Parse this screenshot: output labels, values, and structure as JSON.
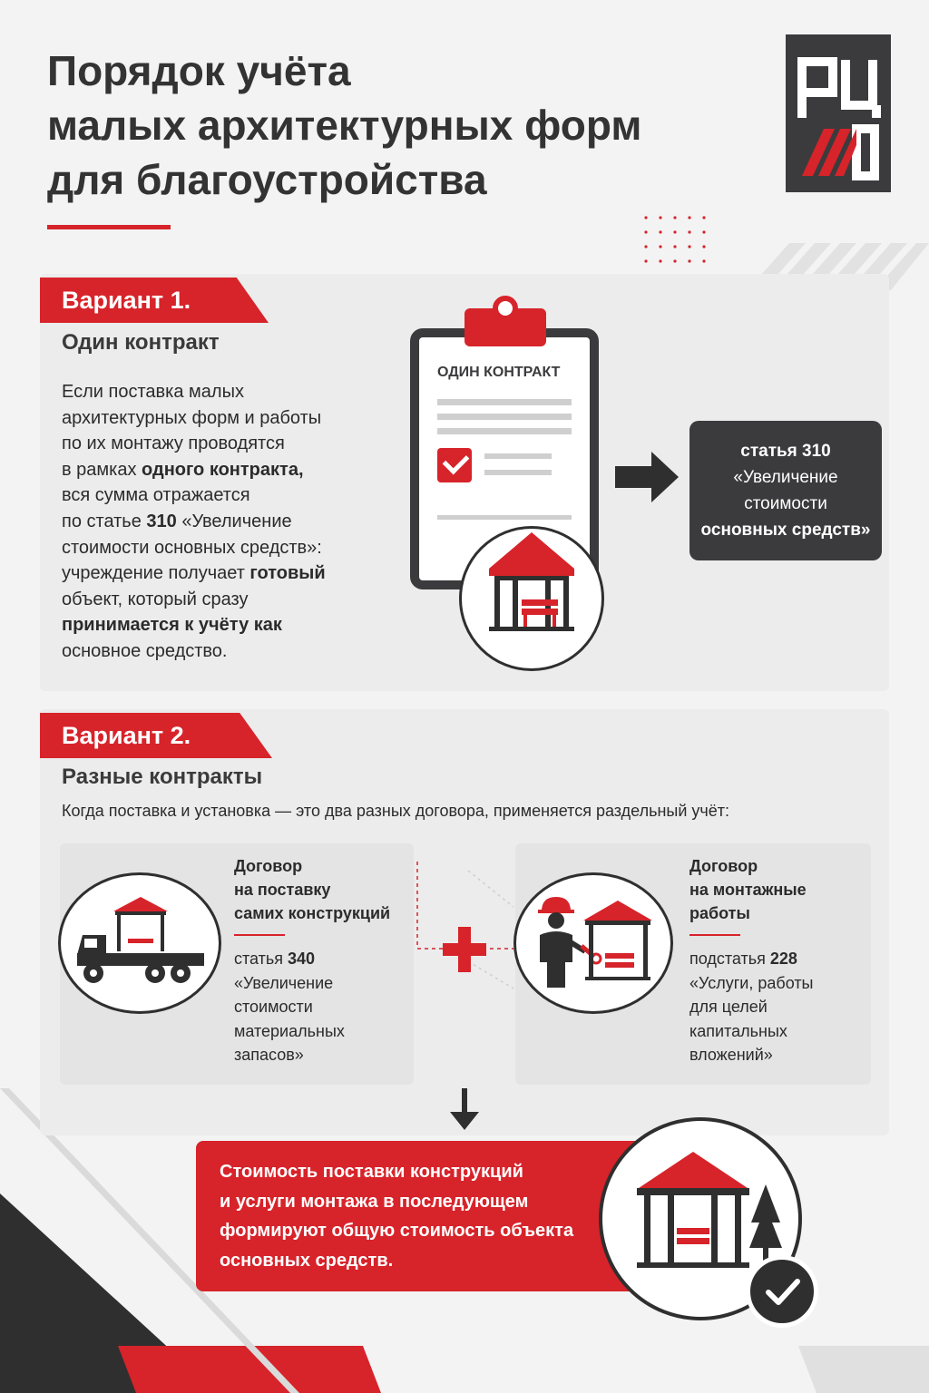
{
  "title": {
    "lines": [
      "Порядок учёта",
      "малых архитектурных форм",
      "для благоустройства"
    ]
  },
  "logo": {
    "letters": "РЦ///О"
  },
  "variant1": {
    "label": "Вариант 1.",
    "subtitle": "Один контракт",
    "body_lines": [
      {
        "plain": "Если поставка малых"
      },
      {
        "plain": "архитектурных форм и работы"
      },
      {
        "plain": "по их монтажу проводятся"
      },
      {
        "plain": "в рамках ",
        "bold": "одного контракта,"
      },
      {
        "plain": "вся сумма отражается"
      },
      {
        "plain": "по статье ",
        "bold": "310",
        "plain2": " «Увеличение"
      },
      {
        "plain": "стоимости основных средств»:"
      },
      {
        "plain": "учреждение получает ",
        "bold": "готовый"
      },
      {
        "plain": "объект, который сразу"
      },
      {
        "bold": "принимается к учёту как"
      },
      {
        "plain": "основное средство."
      }
    ],
    "clipboard_title": "ОДИН КОНТРАКТ",
    "result_box": {
      "line1": "статья 310",
      "line2": "«Увеличение",
      "line3": "стоимости",
      "line4": "основных средств»"
    },
    "icons": [
      "clipboard-icon",
      "checkbox-icon",
      "gazebo-icon",
      "arrow-right-icon"
    ]
  },
  "variant2": {
    "label": "Вариант 2.",
    "subtitle": "Разные контракты",
    "intro": "Когда поставка и установка — это два разных договора, применяется раздельный учёт:",
    "card_a": {
      "title_lines": [
        "Договор",
        "на поставку",
        "самих конструкций"
      ],
      "article_prefix": "статья ",
      "article_num": "340",
      "text_lines": [
        "«Увеличение",
        "стоимости",
        "материальных",
        "запасов»"
      ]
    },
    "card_b": {
      "title_lines": [
        "Договор",
        "на монтажные",
        "работы"
      ],
      "article_prefix": "подстатья ",
      "article_num": "228",
      "text_lines": [
        "«Услуги, работы",
        "для целей",
        "капитальных",
        "вложений»"
      ]
    },
    "result_lines": [
      "Стоимость поставки конструкций",
      "и услуги монтажа в последующем",
      "формируют общую стоимость объекта",
      "основных средств."
    ],
    "icons": [
      "truck-icon",
      "worker-icon",
      "plus-icon",
      "arrow-down-icon",
      "tree-icon",
      "check-icon"
    ]
  },
  "colors": {
    "accent": "#d7232a",
    "dark": "#3b3b3d",
    "panel": "#ececec",
    "background": "#f3f3f3"
  }
}
